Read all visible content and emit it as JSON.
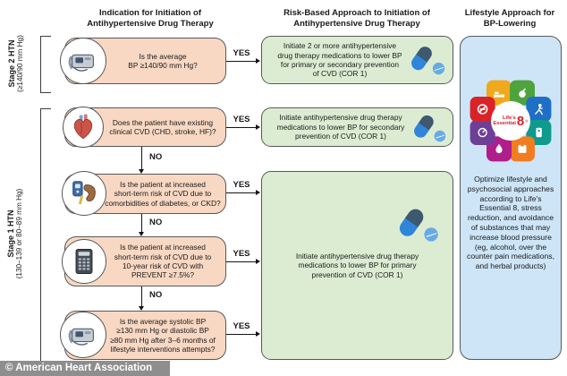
{
  "headers": {
    "col1": "Indication for Initiation of\nAntihypertensive Drug Therapy",
    "col2": "Risk-Based Approach to Initiation of\nAntihypertensive Drug Therapy",
    "col3": "Lifestyle Approach for\nBP-Lowering"
  },
  "stages": {
    "stage2": {
      "label": "Stage 2 HTN",
      "range": "(≥140/90 mm Hg)"
    },
    "stage1": {
      "label": "Stage 1 HTN",
      "range": "(130–139 or 80–89 mm Hg)"
    }
  },
  "answers": {
    "yes": "YES",
    "no": "NO"
  },
  "questions": [
    {
      "icon": "bp-monitor",
      "text": "Is the average\nBP ≥140/90 mm Hg?"
    },
    {
      "icon": "heart",
      "text": "Does the patient have existing\nclinical CVD (CHD, stroke, HF)?"
    },
    {
      "icon": "glucose-kidney",
      "text": "Is the patient at increased\nshort-term risk of CVD due to\ncomorbidities of diabetes, or CKD?"
    },
    {
      "icon": "calculator",
      "text": "Is the patient at increased\nshort-term risk of CVD due to\n10-year risk of CVD with\nPREVENT ≥7.5%?"
    },
    {
      "icon": "bp-monitor",
      "text": "Is the average systolic BP\n≥130 mm Hg or diastolic BP\n≥80 mm Hg after 3–6 months of\nlifestyle interventions attempts?"
    }
  ],
  "outcomes": [
    "Initiate 2 or more antihypertensive\ndrug therapy medications to lower BP\nfor primary or secondary prevention\nof CVD (COR 1)",
    "Initiate antihypertensive drug therapy\nmedications to lower BP for secondary\nprevention of CVD (COR 1)",
    "Initiate antihypertensive drug therapy\nmedications to lower BP for primary\nprevention of CVD (COR 1)"
  ],
  "lifestyle": {
    "wheel": {
      "center_label": "Life's\nEssential",
      "number": "8",
      "reg": "®",
      "segments": [
        {
          "name": "sleep",
          "color": "#f0a81c"
        },
        {
          "name": "diet",
          "color": "#4fa33c"
        },
        {
          "name": "activity",
          "color": "#1e6fc5"
        },
        {
          "name": "blood-sugar",
          "color": "#0e9a8d"
        },
        {
          "name": "weight",
          "color": "#f07d21"
        },
        {
          "name": "cholesterol",
          "color": "#b01e8c"
        },
        {
          "name": "blood-pressure",
          "color": "#6f3e97"
        },
        {
          "name": "nicotine",
          "color": "#d92328"
        }
      ]
    },
    "text": "Optimize lifestyle and psychosocial approaches according to Life's Essential 8, stress reduction, and avoidance of substances that may increase blood pressure (eg, alcohol, over the counter pain medications, and herbal products)"
  },
  "footer": "© American Heart Association",
  "colors": {
    "question_fill": "#f8d8c3",
    "outcome_fill": "#dcecd3",
    "lifestyle_fill": "#cde5f7",
    "border": "#58585a",
    "footer_bar": "#8e8e8e",
    "pill_dark": "#3e586f",
    "pill_blue": "#2f86d8",
    "tablet_blue": "#66abe4"
  }
}
